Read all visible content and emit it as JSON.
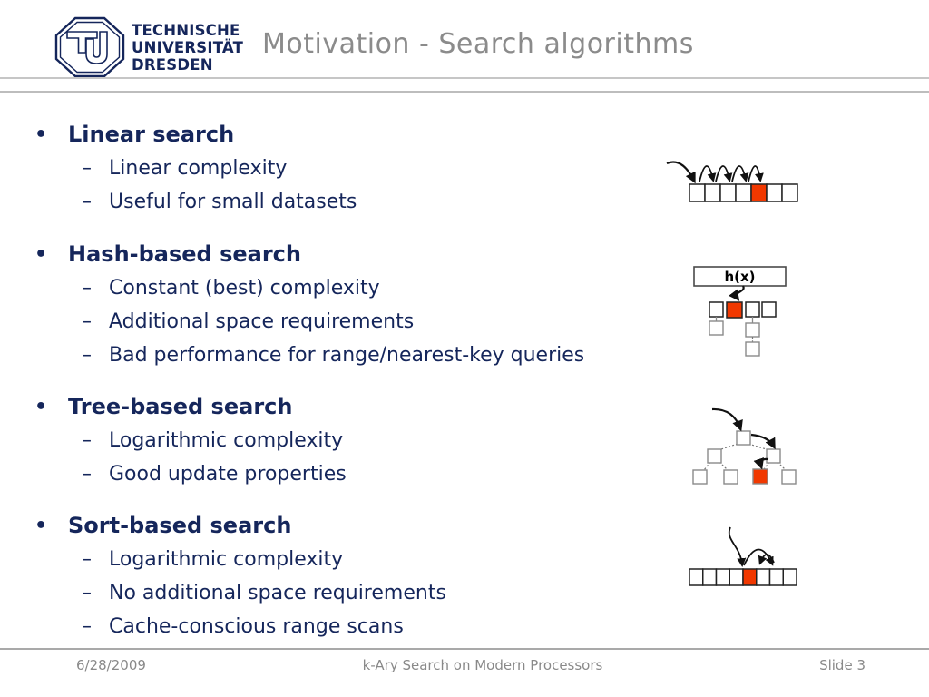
{
  "header": {
    "logo_line1": "TECHNISCHE",
    "logo_line2": "UNIVERSITÄT",
    "logo_line3": "DRESDEN",
    "title": "Motivation - Search algorithms"
  },
  "markers": {
    "bullet": "•",
    "dash": "–"
  },
  "sections": [
    {
      "title": "Linear search",
      "items": [
        "Linear complexity",
        "Useful for small datasets"
      ],
      "diagram": "linear-scan-array"
    },
    {
      "title": "Hash-based search",
      "items": [
        "Constant (best) complexity",
        "Additional space requirements",
        "Bad performance for range/nearest-key queries"
      ],
      "diagram": "hash-table-with-chains"
    },
    {
      "title": "Tree-based search",
      "items": [
        "Logarithmic complexity",
        "Good update properties"
      ],
      "diagram": "binary-tree-descent"
    },
    {
      "title": "Sort-based search",
      "items": [
        "Logarithmic complexity",
        "No additional space requirements",
        "Cache-conscious range scans"
      ],
      "diagram": "sorted-array-binary-search"
    }
  ],
  "diagrams": {
    "hash_label": "h(x)"
  },
  "footer": {
    "date": "6/28/2009",
    "title": "k-Ary Search on Modern Processors",
    "slide_label": "Slide 3"
  },
  "colors": {
    "navy": "#15265b",
    "title_gray": "#8b8b8b",
    "footer_gray": "#898989",
    "accent_red": "#f13800",
    "line_gray": "#c6c6c6",
    "footer_line": "#a9a9a9"
  }
}
